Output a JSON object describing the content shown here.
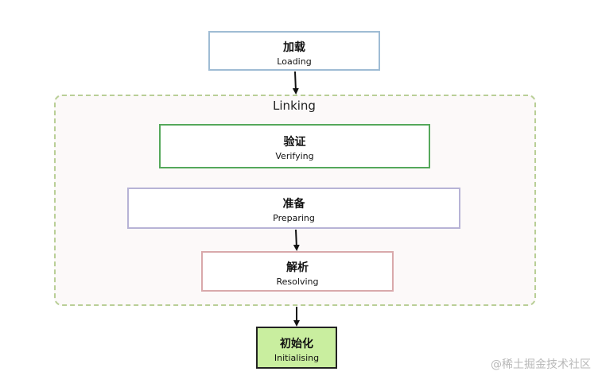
{
  "linking": {
    "label": "Linking"
  },
  "stages": {
    "loading": {
      "zh": "加载",
      "en": "Loading"
    },
    "verifying": {
      "zh": "验证",
      "en": "Verifying"
    },
    "preparing": {
      "zh": "准备",
      "en": "Preparing"
    },
    "resolving": {
      "zh": "解析",
      "en": "Resolving"
    },
    "initialising": {
      "zh": "初始化",
      "en": "Initialising"
    }
  },
  "colors": {
    "loading_border": "#9fbcd4",
    "verifying_border": "#55a85b",
    "preparing_border": "#b7b3d6",
    "resolving_border": "#d9a9ab",
    "initialising_fill": "#c9ee9f",
    "linking_border": "#b9cf97"
  },
  "watermark": "@稀土掘金技术社区"
}
